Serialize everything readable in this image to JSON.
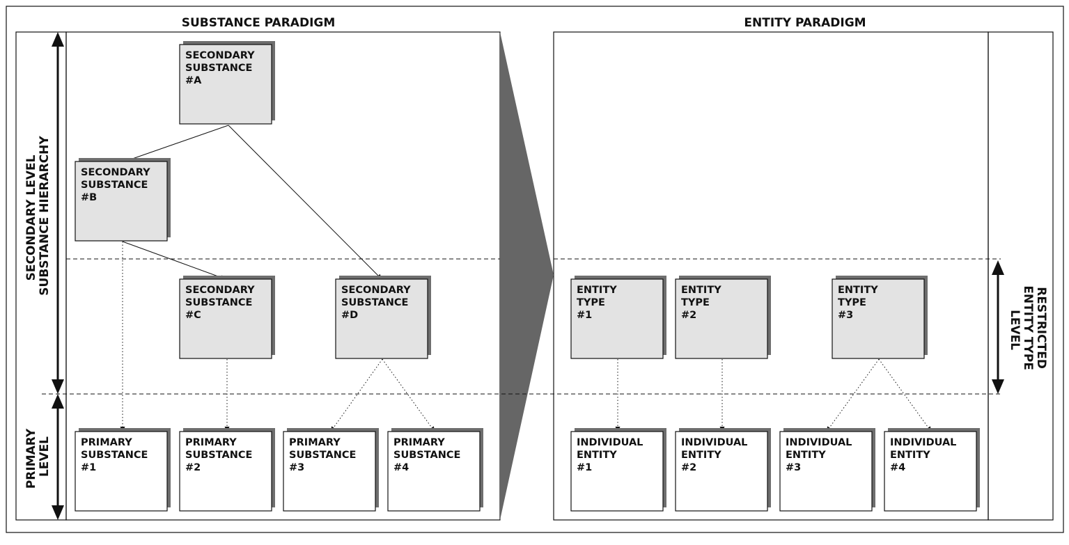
{
  "titles": {
    "left": "SUBSTANCE PARADIGM",
    "right": "ENTITY PARADIGM"
  },
  "side_labels": {
    "secondary": [
      "SECONDARY LEVEL",
      "SUBSTANCE HIERARCHY"
    ],
    "primary": [
      "PRIMARY",
      "LEVEL"
    ],
    "restricted": [
      "RESTRICTED",
      "ENTITY TYPE",
      "LEVEL"
    ]
  },
  "boxes": {
    "sec_a": [
      "SECONDARY",
      "SUBSTANCE",
      "#A"
    ],
    "sec_b": [
      "SECONDARY",
      "SUBSTANCE",
      "#B"
    ],
    "sec_c": [
      "SECONDARY",
      "SUBSTANCE",
      "#C"
    ],
    "sec_d": [
      "SECONDARY",
      "SUBSTANCE",
      "#D"
    ],
    "prim_1": [
      "PRIMARY",
      "SUBSTANCE",
      "#1"
    ],
    "prim_2": [
      "PRIMARY",
      "SUBSTANCE",
      "#2"
    ],
    "prim_3": [
      "PRIMARY",
      "SUBSTANCE",
      "#3"
    ],
    "prim_4": [
      "PRIMARY",
      "SUBSTANCE",
      "#4"
    ],
    "type_1": [
      "ENTITY",
      "TYPE",
      "#1"
    ],
    "type_2": [
      "ENTITY",
      "TYPE",
      "#2"
    ],
    "type_3": [
      "ENTITY",
      "TYPE",
      "#3"
    ],
    "ind_1": [
      "INDIVIDUAL",
      "ENTITY",
      "#1"
    ],
    "ind_2": [
      "INDIVIDUAL",
      "ENTITY",
      "#2"
    ],
    "ind_3": [
      "INDIVIDUAL",
      "ENTITY",
      "#3"
    ],
    "ind_4": [
      "INDIVIDUAL",
      "ENTITY",
      "#4"
    ]
  },
  "colors": {
    "secondary_fill": "#e3e3e3",
    "primary_fill": "#ffffff",
    "shadow": "#6e6e6e",
    "wedge": "#666666",
    "stroke": "#111111"
  }
}
